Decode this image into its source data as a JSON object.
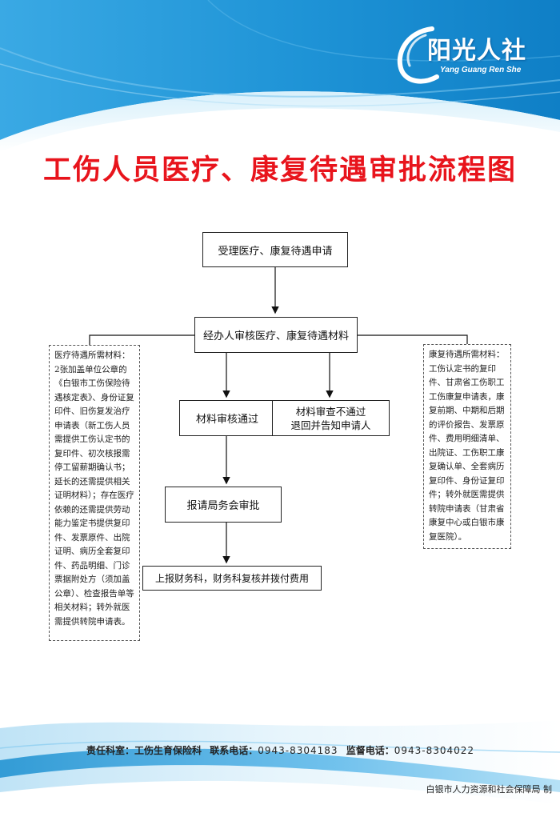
{
  "logo": {
    "main": "阳光人社",
    "sub": "Yang Guang Ren She"
  },
  "title": "工伤人员医疗、康复待遇审批流程图",
  "flow": {
    "apply": "受理医疗、康复待遇申请",
    "review": "经办人审核医疗、康复待遇材料",
    "pass": "材料审核通过",
    "fail_line1": "材料审查不通过",
    "fail_line2": "退回并告知申请人",
    "approve": "报请局务会审批",
    "pay": "上报财务科，财务科复核并拨付费用"
  },
  "left_note": "医疗待遇所需材料：2张加盖单位公章的《白银市工伤保险待遇核定表》、身份证复印件、旧伤复发治疗申请表（新工伤人员需提供工伤认定书的复印件、初次核报需停工留薪期确认书；延长的还需提供相关证明材料）；存在医疗依赖的还需提供劳动能力鉴定书提供复印件、发票原件、出院证明、病历全套复印件、药品明细、门诊票据附处方（须加盖公章）、检查报告单等相关材料；转外就医需提供转院申请表。",
  "right_note": "康复待遇所需材料：工伤认定书的复印件、甘肃省工伤职工工伤康复申请表，康复前期、中期和后期的评价报告、发票原件、费用明细清单、出院证、工伤职工康复确认单、全套病历复印件、身份证复印件；转外就医需提供转院申请表（甘肃省康复中心或白银市康复医院）。",
  "footer": {
    "dept_label": "责任科室：",
    "dept": "工伤生育保险科",
    "phone_label": "联系电话：",
    "phone": "0943-8304183",
    "supervise_label": "监督电话：",
    "supervise": "0943-8304022"
  },
  "maker": "白银市人力资源和社会保障局 制",
  "colors": {
    "title": "#e8141c",
    "band_light": "#bfe3f6",
    "band_dark": "#1a8fd0"
  }
}
